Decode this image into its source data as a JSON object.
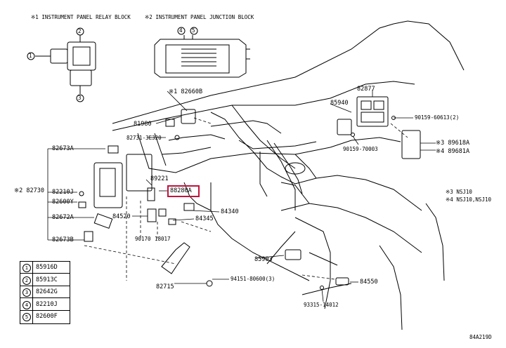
{
  "headers": {
    "relay_block": "※1 INSTRUMENT PANEL RELAY BLOCK",
    "junction_block": "※2 INSTRUMENT PANEL JUNCTION BLOCK"
  },
  "callouts": {
    "c1": "1",
    "c2": "2",
    "c3": "3",
    "c4": "4",
    "c5": "5"
  },
  "parts": {
    "p82660B": "※1 82660B",
    "p81980": "81980",
    "p82731": "82731-3E320",
    "p82673A": "82673A",
    "p82730": "※2 82730",
    "p82210J": "82210J",
    "p82600Y": "82600Y",
    "p82672A": "82672A",
    "p82673B": "82673B",
    "p89221": "89221",
    "p88280A": "88280A",
    "p84520": "84520",
    "p90170": "90170",
    "p18017": "18017",
    "p84340": "84340",
    "p84345": "84345",
    "p82715": "82715",
    "p94151": "94151-80600(3)",
    "p82877": "82877",
    "p85940": "85940",
    "p90159a": "90159-60613(2)",
    "p90159b": "90159-70003",
    "p89618A": "※3 89618A",
    "p89681A": "※4 89681A",
    "note3": "※3 NSJ10",
    "note4": "※4 NSJ10,NSJ10",
    "p85903": "85903",
    "p84550": "84550",
    "p93315": "93315-14012",
    "code": "84A219D"
  },
  "legend": [
    {
      "num": "1",
      "part": "85916D"
    },
    {
      "num": "2",
      "part": "85913C"
    },
    {
      "num": "3",
      "part": "82642G"
    },
    {
      "num": "4",
      "part": "82210J"
    },
    {
      "num": "5",
      "part": "82600F"
    }
  ]
}
